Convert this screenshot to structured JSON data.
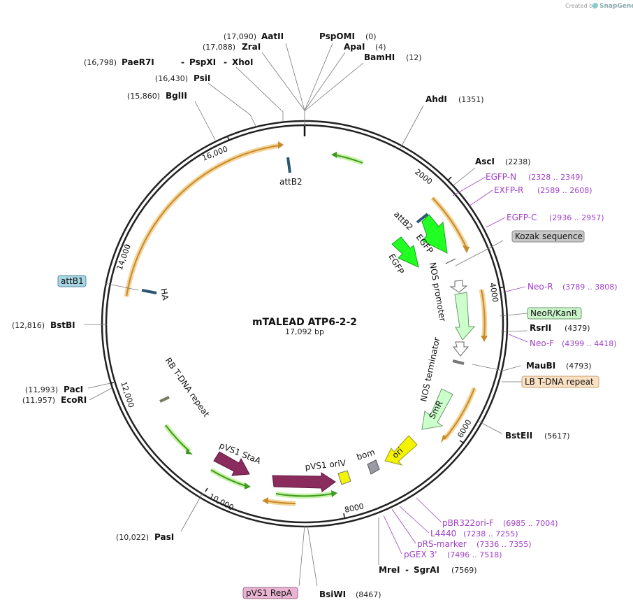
{
  "credit": {
    "prefix": "Created by",
    "brand": "SnapGene"
  },
  "plasmid": {
    "name": "mTALEAD ATP6-2-2",
    "size_label": "17,092 bp"
  },
  "colors": {
    "backbone": "#222222",
    "orange_arrow": "#e0a040",
    "green_arrow": "#7ed957",
    "egfp": "#22ff22",
    "promoter": "#ccffcc",
    "staa": "#8b2c5e",
    "ori": "#f4f400",
    "bom": "#9a9aa6",
    "primer": "#a040c8"
  },
  "enzymes": [
    {
      "name": "AatII",
      "pos": "(17,090)"
    },
    {
      "name": "PspOMI",
      "pos": "(0)"
    },
    {
      "name": "ZraI",
      "pos": "(17,088)"
    },
    {
      "name": "ApaI",
      "pos": "(4)"
    },
    {
      "name": "BamHI",
      "pos": "(12)"
    },
    {
      "name": "PaeR7I",
      "pos": "(16,798)"
    },
    {
      "name": "PspXI",
      "pos": ""
    },
    {
      "name": "XhoI",
      "pos": ""
    },
    {
      "name": "PsiI",
      "pos": "(16,430)"
    },
    {
      "name": "BglII",
      "pos": "(15,860)"
    },
    {
      "name": "AhdI",
      "pos": "(1351)"
    },
    {
      "name": "AscI",
      "pos": "(2238)"
    },
    {
      "name": "RsrII",
      "pos": "(4379)"
    },
    {
      "name": "MauBI",
      "pos": "(4793)"
    },
    {
      "name": "BstEII",
      "pos": "(5617)"
    },
    {
      "name": "BstBI",
      "pos": "(12,816)"
    },
    {
      "name": "PacI",
      "pos": "(11,993)"
    },
    {
      "name": "EcoRI",
      "pos": "(11,957)"
    },
    {
      "name": "PasI",
      "pos": "(10,022)"
    },
    {
      "name": "MreI",
      "pos": ""
    },
    {
      "name": "SgrAI",
      "pos": "(7569)"
    },
    {
      "name": "BsiWI",
      "pos": "(8467)"
    }
  ],
  "primers": [
    {
      "name": "EGFP-N",
      "range": "(2328 .. 2349)"
    },
    {
      "name": "EXFP-R",
      "range": "(2589 .. 2608)"
    },
    {
      "name": "EGFP-C",
      "range": "(2936 .. 2957)"
    },
    {
      "name": "Neo-R",
      "range": "(3789 .. 3808)"
    },
    {
      "name": "Neo-F",
      "range": "(4399 .. 4418)"
    },
    {
      "name": "pBR322ori-F",
      "range": "(6985 .. 7004)"
    },
    {
      "name": "L4440",
      "range": "(7238 .. 7255)"
    },
    {
      "name": "pRS-marker",
      "range": "(7336 .. 7355)"
    },
    {
      "name": "pGEX 3'",
      "range": "(7496 .. 7518)"
    }
  ],
  "boxed": [
    {
      "name": "Kozak sequence"
    },
    {
      "name": "NeoR/KanR"
    },
    {
      "name": "LB T-DNA repeat"
    },
    {
      "name": "attB1"
    },
    {
      "name": "pVS1 RepA"
    }
  ],
  "features": [
    {
      "name": "attB2"
    },
    {
      "name": "attB2"
    },
    {
      "name": "EGFP"
    },
    {
      "name": "EGFP"
    },
    {
      "name": "NOS promoter"
    },
    {
      "name": "NOS terminator"
    },
    {
      "name": "SmR"
    },
    {
      "name": "ori"
    },
    {
      "name": "bom"
    },
    {
      "name": "pVS1 oriV"
    },
    {
      "name": "pVS1 StaA"
    },
    {
      "name": "RB T-DNA repeat"
    },
    {
      "name": "HA"
    }
  ],
  "ticks": [
    "2000",
    "4000",
    "6000",
    "8000",
    "10,000",
    "12,000",
    "14,000",
    "16,000"
  ]
}
